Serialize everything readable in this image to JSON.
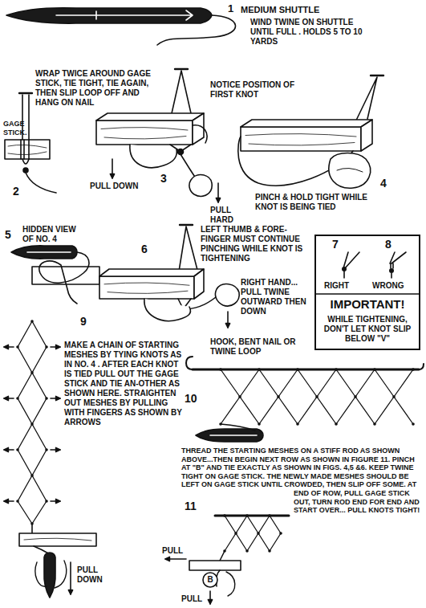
{
  "diagram": {
    "nodes": [
      {
        "text": [
          "7",
          "8",
          "RIGHT",
          "WRONG",
          "IMPORTANT!",
          "WHILE TIGHTENING, DON'T LET KNOT SLIP BELOW \"V\""
        ]
      }
    ],
    "labels": [
      "1",
      "MEDIUM SHUTTLE",
      "WIND TWINE ON SHUTTLE UNTIL FULL . HOLDS 5 TO 10 YARDS",
      "WRAP TWICE AROUND GAGE STICK, TIE TIGHT, TIE AGAIN, THEN SLIP LOOP OFF AND HANG ON NAIL",
      "NOTICE POSITION OF FIRST KNOT",
      "GAGE STICK.",
      "2",
      "PULL DOWN",
      "3",
      "PULL HARD",
      "4",
      "PINCH & HOLD TIGHT WHILE KNOT IS BEING TIED",
      "5",
      "HIDDEN VIEW OF NO. 4",
      "6",
      "LEFT THUMB & FORE-FINGER MUST CONTINUE PINCHING WHILE KNOT IS TIGHTENING",
      "RIGHT HAND... PULL TWINE OUTWARD THEN DOWN",
      "9",
      "MAKE A CHAIN OF STARTING MESHES BY TYING KNOTS AS IN NO. 4 . AFTER EACH KNOT IS TIED PULL OUT THE GAGE STICK AND TIE AN-OTHER AS SHOWN HERE. STRAIGHTEN OUT MESHES BY PULLING WITH FINGERS AS SHOWN BY ARROWS",
      "HOOK, BENT NAIL OR TWINE LOOP",
      "10",
      "THREAD THE STARTING MESHES ON A STIFF ROD AS SHOWN ABOVE...THEN BEGIN NEXT ROW AS SHOWN IN FIGURE 11. PINCH AT \"B\" AND TIE EXACTLY AS SHOWN IN FIGS. 4,5 &6. KEEP TWINE TIGHT ON GAGE STICK. THE NEWLY MADE MESHES SHOULD BE LEFT ON GAGE STICK UNTIL CROWDED, THEN SLIP OFF SOME. AT END OF ROW, PULL GAGE STICK OUT, TURN ROD END FOR END AND START OVER... PULL KNOTS TIGHT!",
      "PULL DOWN",
      "11",
      "PULL",
      "B",
      "PULL"
    ]
  }
}
